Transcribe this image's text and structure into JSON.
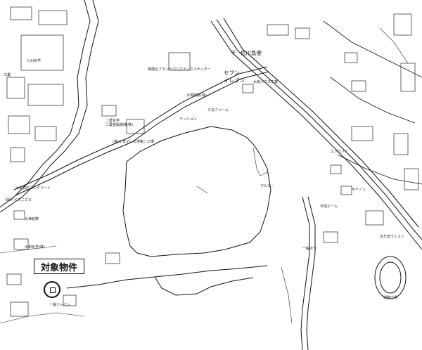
{
  "map": {
    "target_label": "対象物件",
    "place_labels": {
      "post_office": "佐川急便",
      "seven_eleven": "セブン\nイレブン",
      "l1": "大和ハウス工業",
      "l2": "九州化学",
      "l3": "二重化学",
      "l4": "工業",
      "l5": "相模台ブランドロジスティクスセンター",
      "l6": "大塚製薬(株)",
      "l7": "二葉金属機械(株)",
      "l8": "(株)くまがい大津第二工場",
      "l9": "大牟高圧コンクリート",
      "l10": "KNパイオニクス",
      "l11": "大津倉庫",
      "l12": "大和化学(株)",
      "l13": "三光ファーム",
      "l14": "テンション",
      "l15": "マルエー",
      "l16": "エバソフト",
      "l17": "キヤノン",
      "l18": "平成ホーム",
      "l19": "一般ボウ",
      "l20": "運動広場",
      "l21": "大牟田ウェスト",
      "l22": "一般ジャパン"
    },
    "icons": {
      "target": "target-circle-icon",
      "post": "post-office-icon"
    }
  }
}
